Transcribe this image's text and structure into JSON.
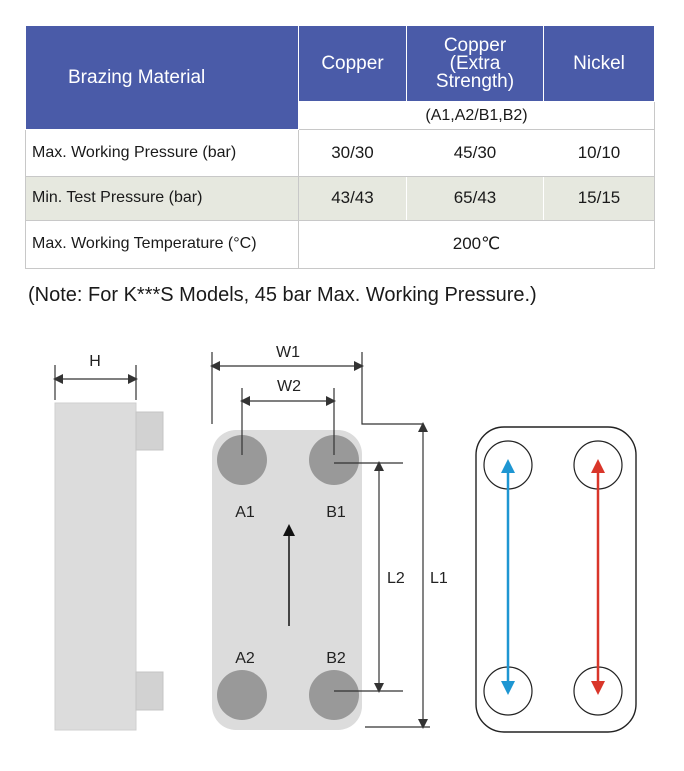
{
  "table": {
    "header": {
      "brazing_material": "Brazing Material",
      "copper": "Copper",
      "copper_extra": [
        "Copper",
        "(Extra",
        "Strength)"
      ],
      "nickel": "Nickel"
    },
    "sub_header": "(A1,A2/B1,B2)",
    "rows": [
      {
        "label": "Max. Working Pressure (bar)",
        "copper": "30/30",
        "copper_extra": "45/30",
        "nickel": "10/10"
      },
      {
        "label": "Min. Test Pressure (bar)",
        "copper": "43/43",
        "copper_extra": "65/43",
        "nickel": "15/15"
      },
      {
        "label": "Max. Working Temperature (°C)",
        "value": "200℃"
      }
    ]
  },
  "note": "(Note: For K***S Models, 45 bar Max. Working Pressure.)",
  "diagram": {
    "dimensions": {
      "h": "H",
      "w1": "W1",
      "w2": "W2",
      "l1": "L1",
      "l2": "L2"
    },
    "ports": {
      "a1": "A1",
      "b1": "B1",
      "a2": "A2",
      "b2": "B2"
    },
    "colors": {
      "plate": "#dcdcdc",
      "port": "#999999",
      "blue_flow": "#1e96d2",
      "red_flow": "#d9362a",
      "header_bg": "#4a5ba8"
    }
  }
}
